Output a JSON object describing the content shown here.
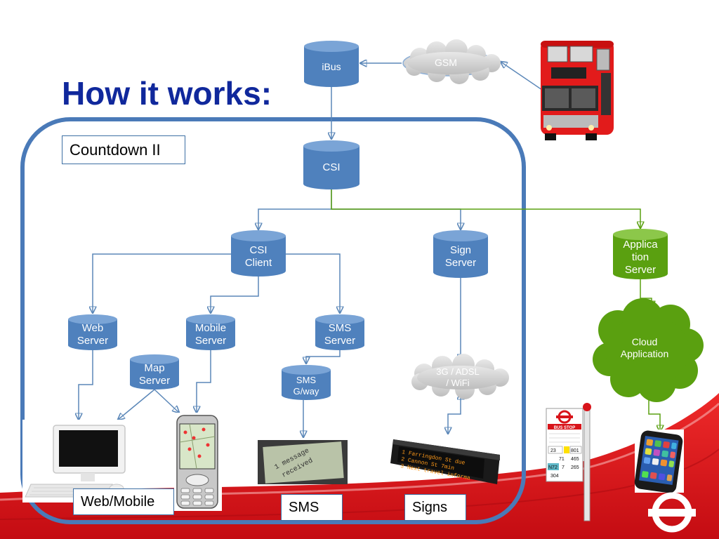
{
  "title": "How it works:",
  "countdown_label": "Countdown II",
  "nodes": {
    "ibus": "iBus",
    "gsm": "GSM",
    "csi": "CSI",
    "csi_client": [
      "CSI",
      "Client"
    ],
    "sign_server": [
      "Sign",
      "Server"
    ],
    "application_server": [
      "Applica",
      "tion",
      "Server"
    ],
    "cloud_application": [
      "Cloud",
      "Application"
    ],
    "web_server": [
      "Web",
      "Server"
    ],
    "mobile_server": [
      "Mobile",
      "Server"
    ],
    "sms_server": [
      "SMS",
      "Server"
    ],
    "map_server": [
      "Map",
      "Server"
    ],
    "sms_gateway": [
      "SMS",
      "G/way"
    ],
    "network_3g": [
      "3G / ADSL",
      "/ WiFi"
    ]
  },
  "bottom_labels": {
    "web_mobile": "Web/Mobile",
    "sms": "SMS",
    "signs": "Signs"
  },
  "images": {
    "sms_screen_text": [
      "1 message",
      "received"
    ],
    "sign_display_text": [
      "1  Farringdon St   due",
      "2  Cannon St   7min",
      "3  Next travel informa"
    ],
    "bus_stop": {
      "heading": "BUS STOP",
      "rows": [
        [
          "23",
          "801"
        ],
        [
          "71",
          "465"
        ],
        [
          "N72",
          "7",
          "265"
        ],
        [
          "304"
        ]
      ]
    }
  },
  "colors": {
    "title": "#10289c",
    "node_blue": "#4f81bd",
    "node_green": "#5aa010",
    "frame": "#4a7ab8",
    "red_band": "#d8141a"
  }
}
